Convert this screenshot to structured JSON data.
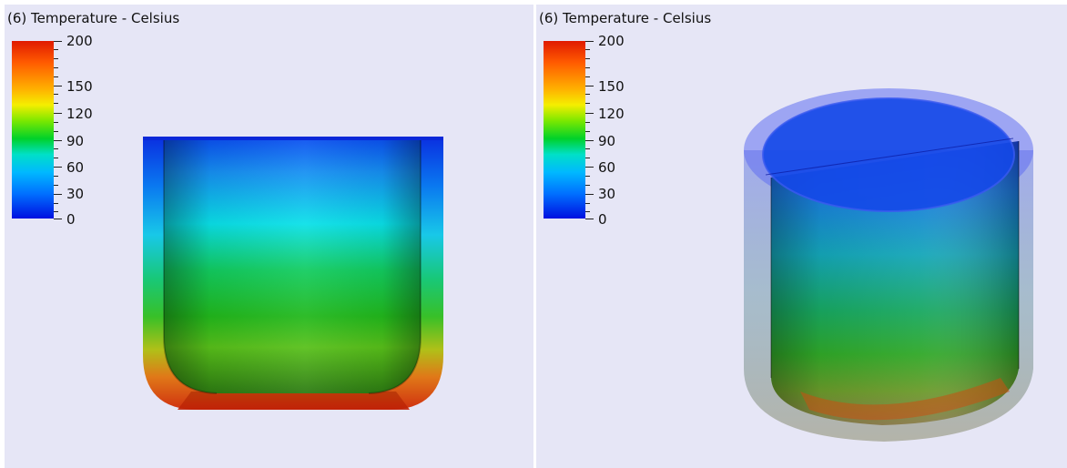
{
  "left_view": {
    "legend": {
      "title": "(6) Temperature - Celsius",
      "ticks": [
        {
          "label": "200",
          "value": 200
        },
        {
          "label": "150",
          "value": 150
        },
        {
          "label": "120",
          "value": 120
        },
        {
          "label": "90",
          "value": 90
        },
        {
          "label": "60",
          "value": 60
        },
        {
          "label": "30",
          "value": 30
        },
        {
          "label": "0",
          "value": 0
        }
      ]
    }
  },
  "right_view": {
    "legend": {
      "title": "(6) Temperature - Celsius",
      "ticks": [
        {
          "label": "200",
          "value": 200
        },
        {
          "label": "150",
          "value": 150
        },
        {
          "label": "120",
          "value": 120
        },
        {
          "label": "90",
          "value": 90
        },
        {
          "label": "60",
          "value": 60
        },
        {
          "label": "30",
          "value": 30
        },
        {
          "label": "0",
          "value": 0
        }
      ]
    }
  },
  "colors": {
    "viewport_background": "#e6e6f6",
    "colormap": [
      "#0010e0",
      "#0070ff",
      "#00b8ff",
      "#00e0c8",
      "#00d12a",
      "#7be800",
      "#f5ee00",
      "#ffb000",
      "#ff5a00",
      "#e01a00"
    ]
  }
}
